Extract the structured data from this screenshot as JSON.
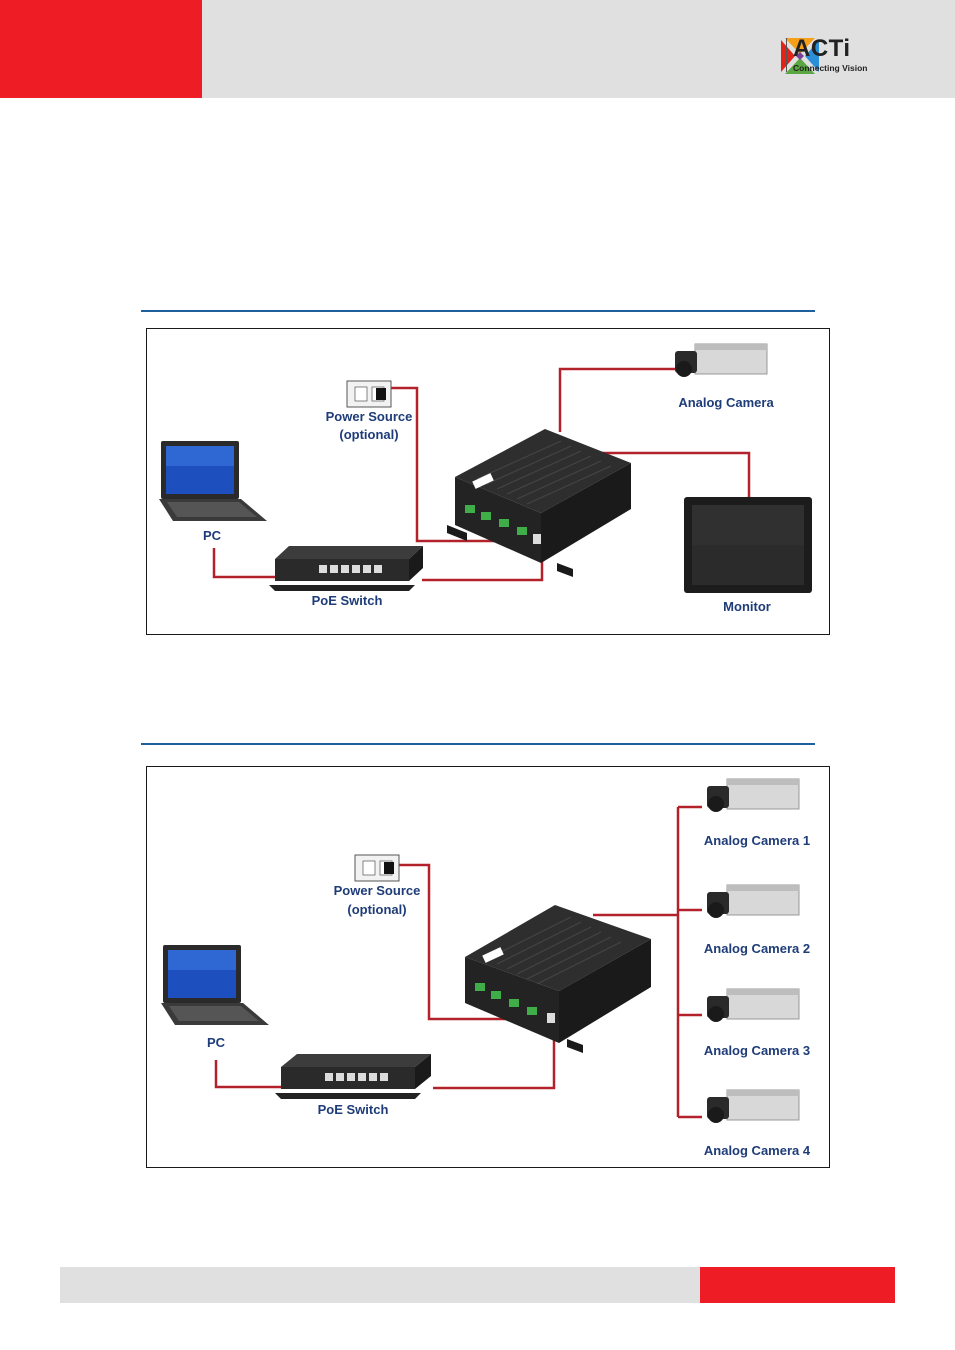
{
  "header": {
    "logo_text": "ACTi",
    "logo_tagline": "Connecting Vision",
    "colors": {
      "red": "#ee1c25",
      "gray": "#e0e0e0"
    }
  },
  "diagram1": {
    "power_source_line1": "Power Source",
    "power_source_line2": "(optional)",
    "analog_camera": "Analog Camera",
    "pc": "PC",
    "poe_switch": "PoE Switch",
    "monitor": "Monitor"
  },
  "diagram2": {
    "power_source_line1": "Power Source",
    "power_source_line2": "(optional)",
    "pc": "PC",
    "poe_switch": "PoE Switch",
    "cameras": [
      "Analog Camera 1",
      "Analog Camera 2",
      "Analog Camera 3",
      "Analog Camera 4"
    ]
  },
  "colors": {
    "cable": "#b3222a",
    "label": "#1e3c78",
    "rule": "#1f5f9c"
  }
}
